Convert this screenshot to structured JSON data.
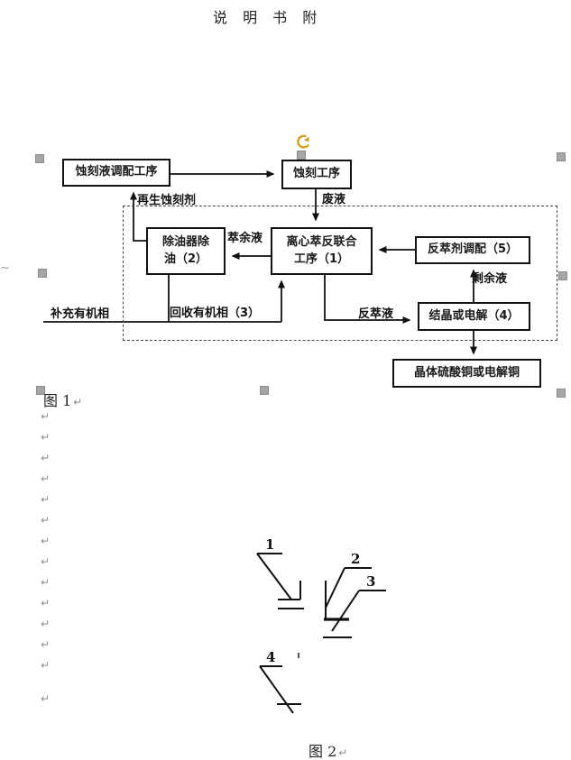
{
  "page": {
    "title": "说 明 书 附",
    "fig1_caption": "图 1",
    "fig2_caption": "图 2",
    "pilcrow": "↵",
    "pilcrow_count": 14,
    "stray_mark": "~"
  },
  "flowchart": {
    "boxes": {
      "etch_prep": "蚀刻液调配工序",
      "etch": "蚀刻工序",
      "deoil": "除油器除\n油（2）",
      "centrifuge": "离心萃反联合\n工序（1）",
      "stripper_prep": "反萃剂调配（5）",
      "crystal": "结晶或电解（4）",
      "product": "晶体硫酸铜或电解铜"
    },
    "labels": {
      "regen": "再生蚀刻剂",
      "waste": "废液",
      "raffinate": "萃余液",
      "residual": "剩余液",
      "makeup": "补充有机相",
      "recovered": "回收有机相（3）",
      "strip": "反萃液"
    }
  },
  "fig2": {
    "callouts": [
      "1",
      "2",
      "3",
      "4"
    ]
  },
  "colors": {
    "rotation_handle": "#D2A024",
    "selection_handle": "#A6A6A6",
    "line": "#111111"
  }
}
